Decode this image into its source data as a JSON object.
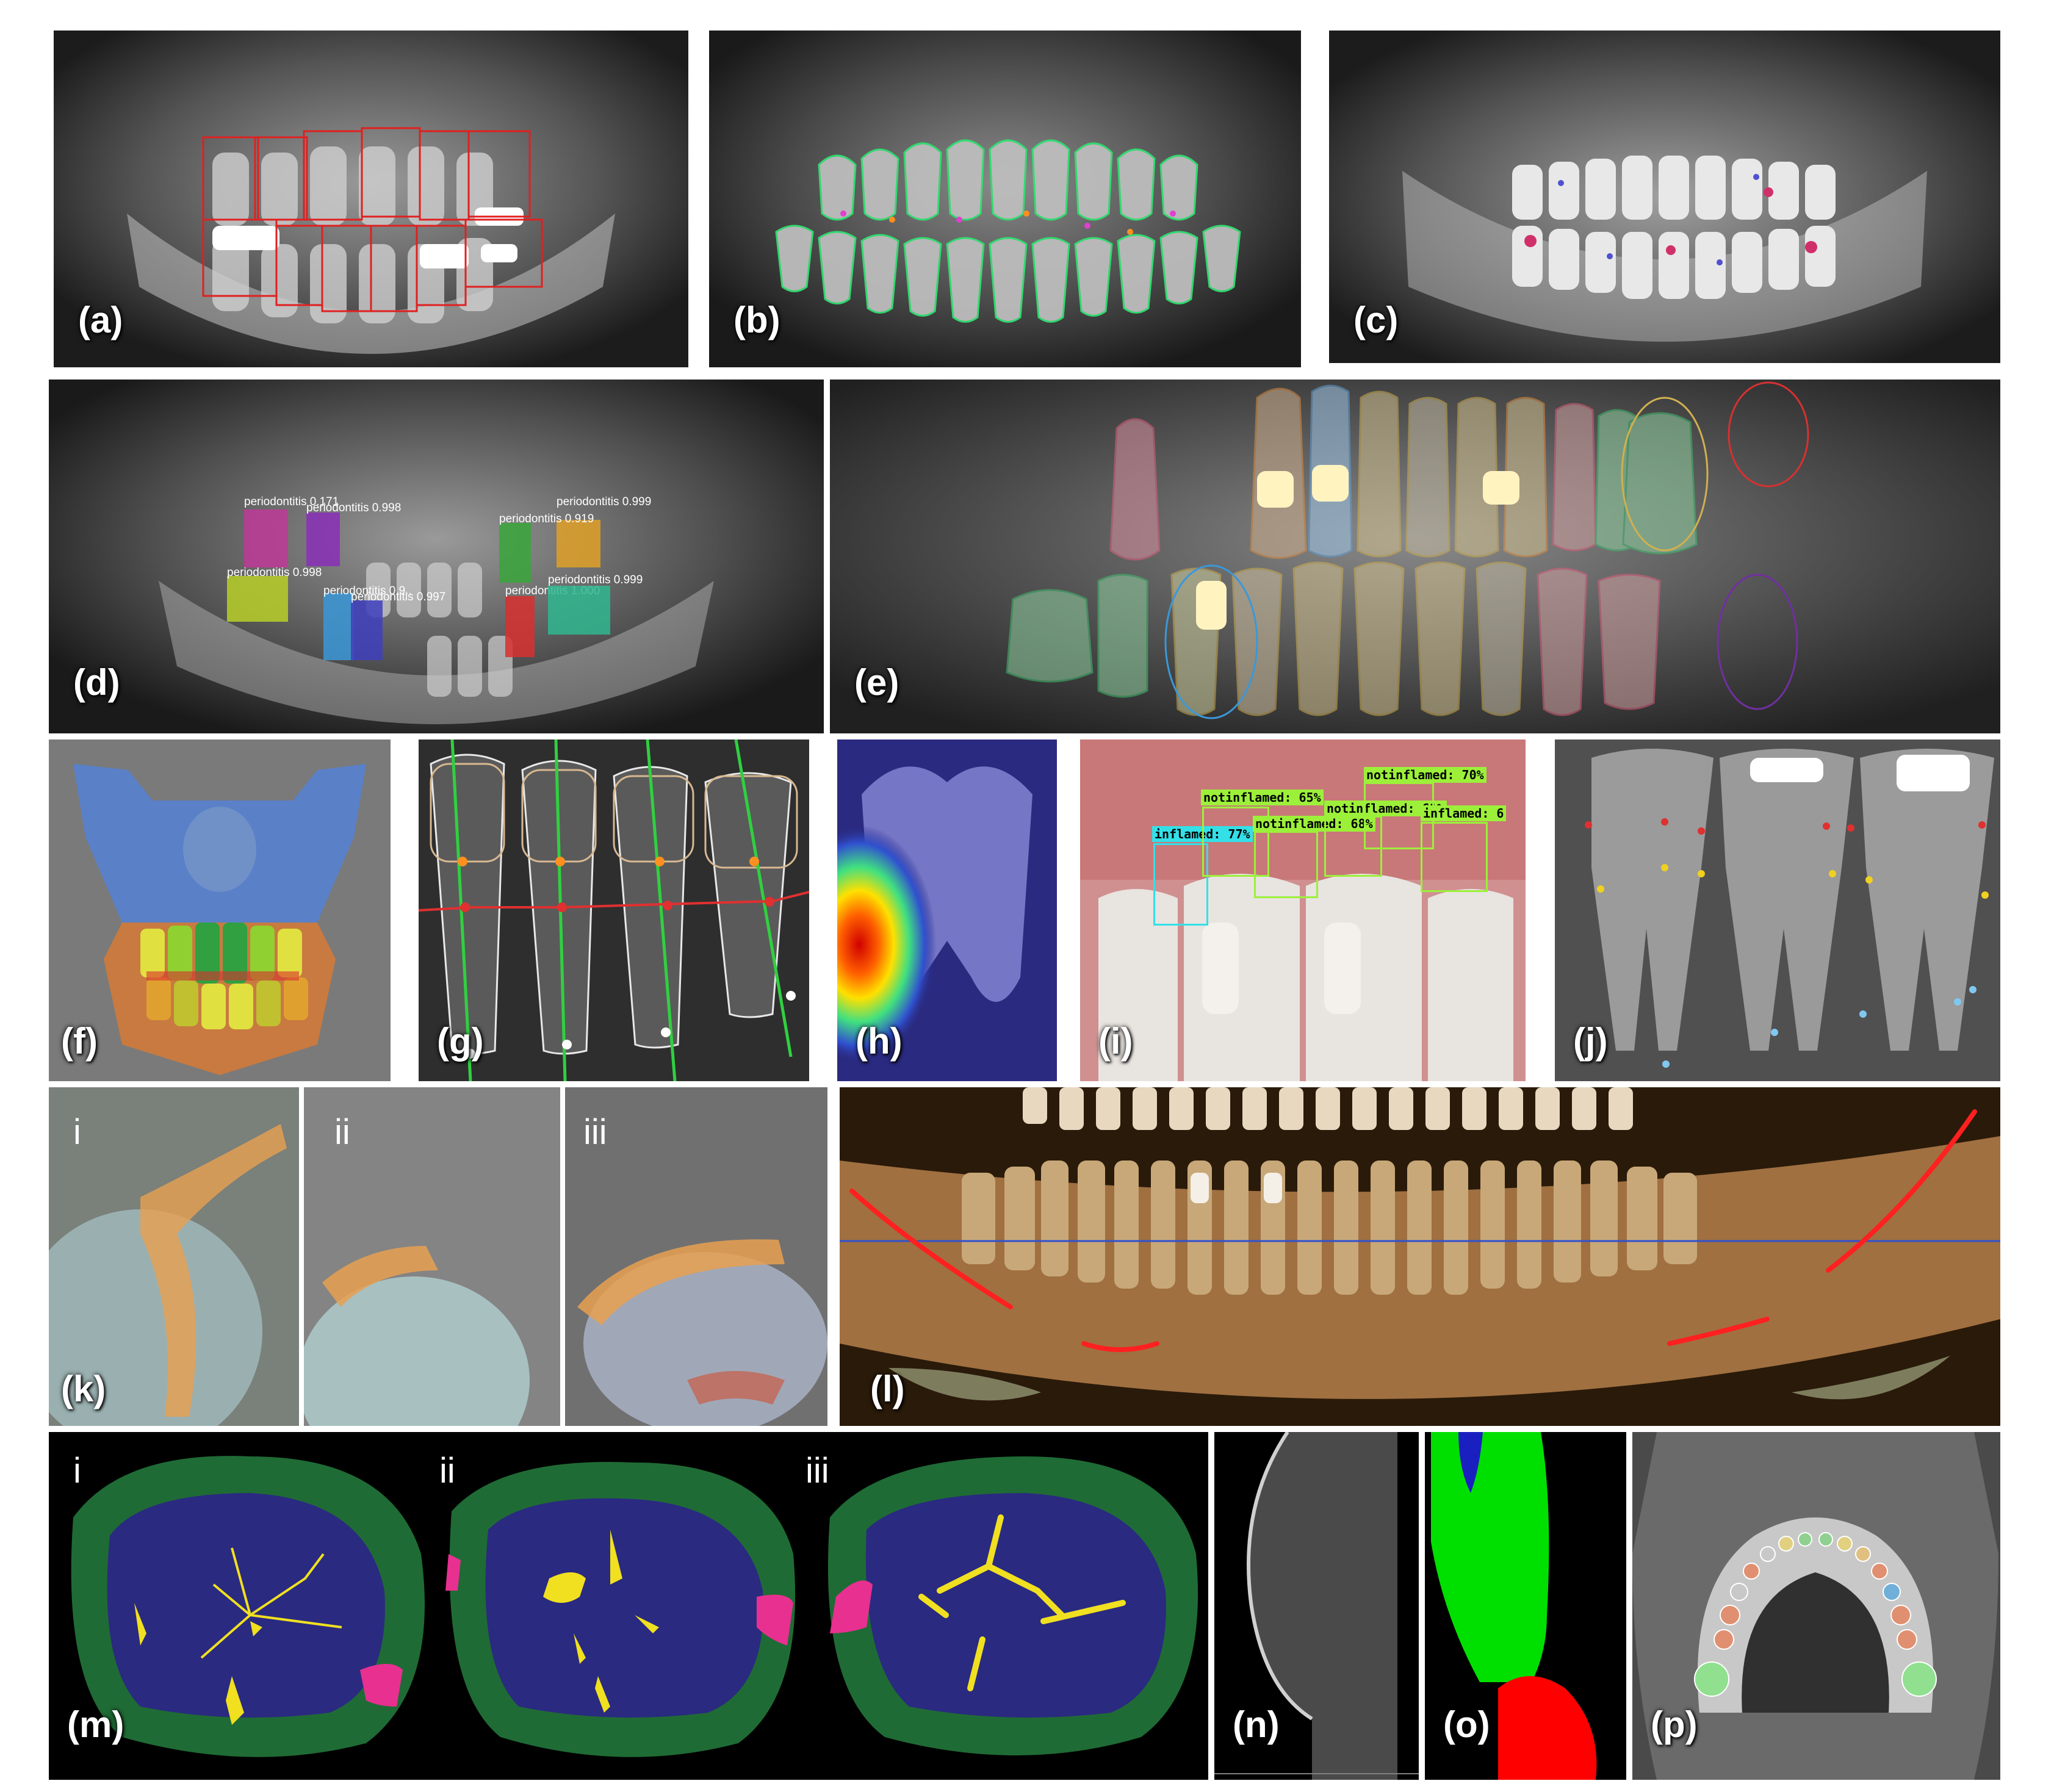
{
  "panels": {
    "a": {
      "label": "(a)"
    },
    "b": {
      "label": "(b)"
    },
    "c": {
      "label": "(c)"
    },
    "d": {
      "label": "(d)",
      "detections": [
        {
          "text": "periodontitis 0.171",
          "color": "#c03a98"
        },
        {
          "text": "periodontitis 0.998",
          "color": "#8a2fb8"
        },
        {
          "text": "periodontitis 0.999",
          "color": "#e0a028"
        },
        {
          "text": "periodontitis 0.919",
          "color": "#3aa63a"
        },
        {
          "text": "periodontitis 0.998",
          "color": "#b8d028"
        },
        {
          "text": "periodontitis 0.9..",
          "color": "#3a98d8"
        },
        {
          "text": "periodontitis 0.997",
          "color": "#4040c0"
        },
        {
          "text": "periodontitis 1.000",
          "color": "#d83030"
        },
        {
          "text": "periodontitis 0.999",
          "color": "#30b890"
        }
      ]
    },
    "e": {
      "label": "(e)"
    },
    "f": {
      "label": "(f)"
    },
    "g": {
      "label": "(g)"
    },
    "h": {
      "label": "(h)"
    },
    "i": {
      "label": "(i)",
      "tags": [
        {
          "text": "inflamed: 77%"
        },
        {
          "text": "notinflamed: 65%"
        },
        {
          "text": "notinflamed: 68%"
        },
        {
          "text": "notinflamed: 61%"
        },
        {
          "text": "notinflamed: 70%"
        },
        {
          "text": "inflamed: 6"
        }
      ]
    },
    "j": {
      "label": "(j)"
    },
    "k": {
      "label": "(k)",
      "sub": [
        "i",
        "ii",
        "iii"
      ]
    },
    "l": {
      "label": "(l)"
    },
    "m": {
      "label": "(m)",
      "sub": [
        "i",
        "ii",
        "iii"
      ]
    },
    "n": {
      "label": "(n)"
    },
    "o": {
      "label": "(o)"
    },
    "p": {
      "label": "(p)"
    }
  },
  "colors": {
    "xray_dark": "#1a1a1a",
    "xray_light": "#d8d8d8",
    "box_red": "#e02020",
    "contour_green": "#30e070",
    "skull_blue": "#5a80c8",
    "seg_green": "#1f6b35",
    "seg_navy": "#2a2a80",
    "seg_yellow": "#f0e020",
    "seg_magenta": "#e83090",
    "bright_green": "#00e000",
    "bright_red": "#ff0000"
  }
}
